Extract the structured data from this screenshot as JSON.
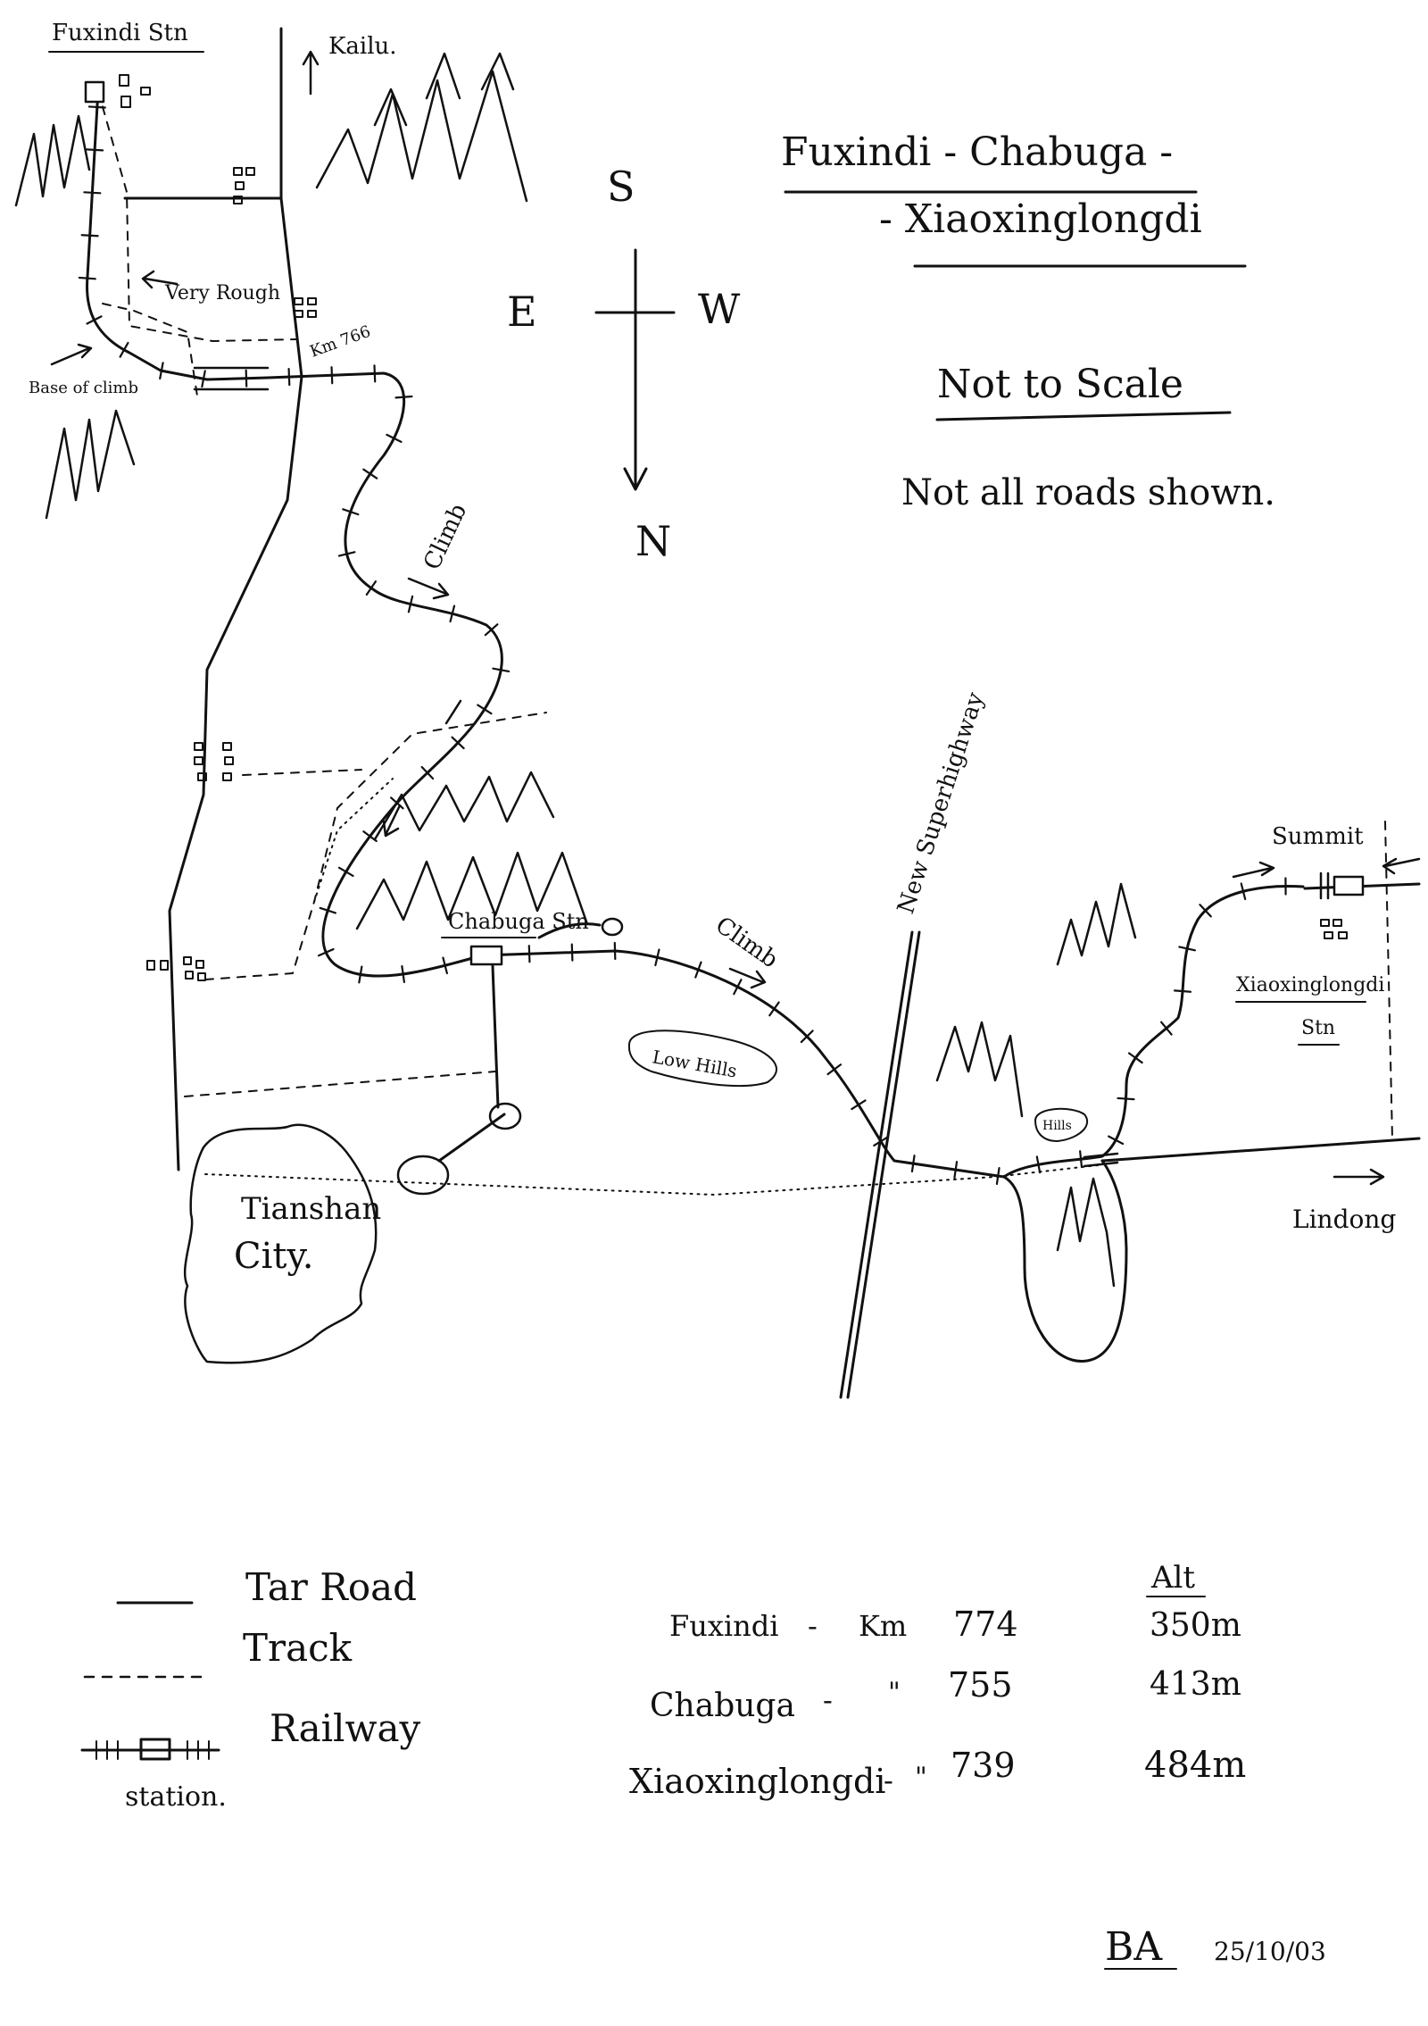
{
  "title": {
    "line1": "Fuxindi - Chabuga -",
    "line2": "- Xiaoxinglongdi"
  },
  "notes": {
    "scale": "Not to Scale",
    "roads": "Not all roads shown."
  },
  "compass": {
    "south": "S",
    "east": "E",
    "west": "W",
    "north": "N"
  },
  "places": {
    "fuxindi_stn": "Fuxindi Stn",
    "kailu": "Kailu.",
    "very_rough": "Very Rough",
    "base_of_climb": "Base of climb",
    "km766": "Km 766",
    "climb_1": "Climb",
    "chabuga_stn": "Chabuga Stn",
    "climb_2": "Climb",
    "low_hills": "Low Hills",
    "new_superhighway": "New Superhighway",
    "summit": "Summit",
    "xiaoxinglongdi_stn_1": "Xiaoxinglongdi",
    "xiaoxinglongdi_stn_2": "Stn",
    "hills": "Hills",
    "lindong": "Lindong",
    "tianshan_1": "Tianshan",
    "tianshan_2": "City."
  },
  "legend": {
    "tar_road": "Tar Road",
    "track": "Track",
    "railway": "Railway",
    "station": "station."
  },
  "table": {
    "alt_header": "Alt",
    "rows": [
      {
        "name": "Fuxindi",
        "dash": "-",
        "km_label": "Km",
        "km": "774",
        "alt": "350m"
      },
      {
        "name": "Chabuga",
        "dash": "-",
        "km_label": "\"",
        "km": "755",
        "alt": "413m"
      },
      {
        "name": "Xiaoxinglongdi",
        "dash": "-",
        "km_label": "\"",
        "km": "739",
        "alt": "484m"
      }
    ]
  },
  "signature": {
    "initials": "BA",
    "date": "25/10/03"
  }
}
